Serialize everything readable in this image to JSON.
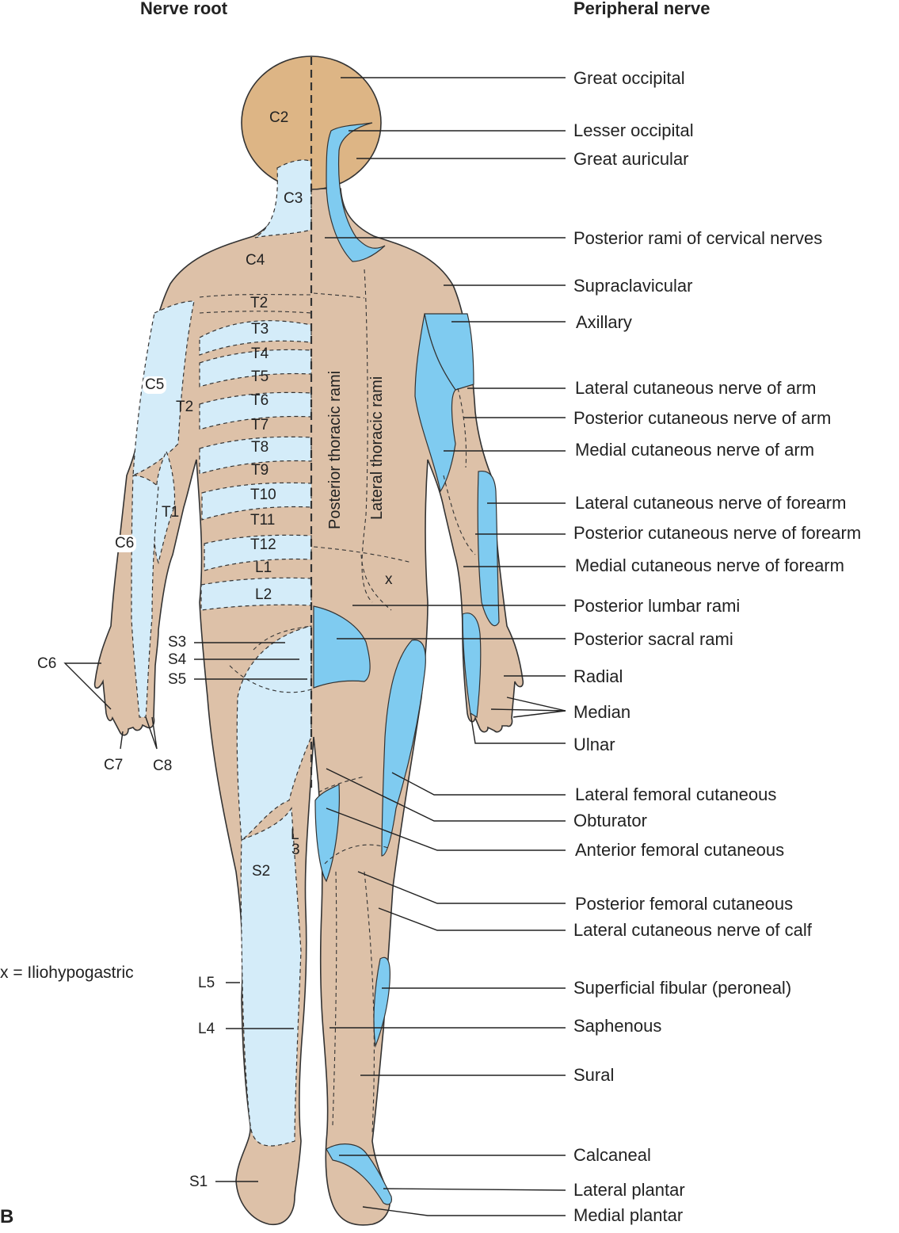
{
  "headers": {
    "left": "Nerve root",
    "right": "Peripheral nerve"
  },
  "panel_letter": "B",
  "legend_note": "x = Iliohypogastric",
  "colors": {
    "skin": "#ddc1a8",
    "head": "#ddb585",
    "light_blue": "#d4ecf9",
    "blue": "#7fcbf0",
    "line": "#333333"
  },
  "vertical_labels": {
    "posterior": "Posterior thoracic rami",
    "lateral": "Lateral thoracic rami"
  },
  "dermatomes": [
    "C2",
    "C3",
    "C4",
    "T2",
    "T3",
    "T4",
    "T5",
    "T6",
    "T7",
    "T8",
    "T9",
    "T10",
    "T11",
    "T12",
    "L1",
    "L2",
    "C5",
    "T2",
    "T1",
    "C6",
    "S3",
    "S4",
    "S5",
    "C6",
    "C7",
    "C8",
    "L3",
    "S2",
    "L5",
    "L4",
    "S1",
    "x"
  ],
  "l3_parts": [
    "L",
    "3"
  ],
  "peripheral_nerves": [
    "Great occipital",
    "Lesser occipital",
    "Great auricular",
    "Posterior rami of cervical nerves",
    "Supraclavicular",
    "Axillary",
    "Lateral cutaneous nerve of arm",
    "Posterior cutaneous nerve of arm",
    "Medial cutaneous nerve of arm",
    "Lateral cutaneous nerve of forearm",
    "Posterior cutaneous nerve of forearm",
    "Medial cutaneous nerve of forearm",
    "Posterior lumbar rami",
    "Posterior sacral rami",
    "Radial",
    "Median",
    "Ulnar",
    "Lateral femoral cutaneous",
    "Obturator",
    "Anterior femoral cutaneous",
    "Posterior femoral cutaneous",
    "Lateral cutaneous nerve of calf",
    "Superficial fibular (peroneal)",
    "Saphenous",
    "Sural",
    "Calcaneal",
    "Lateral plantar",
    "Medial plantar"
  ]
}
